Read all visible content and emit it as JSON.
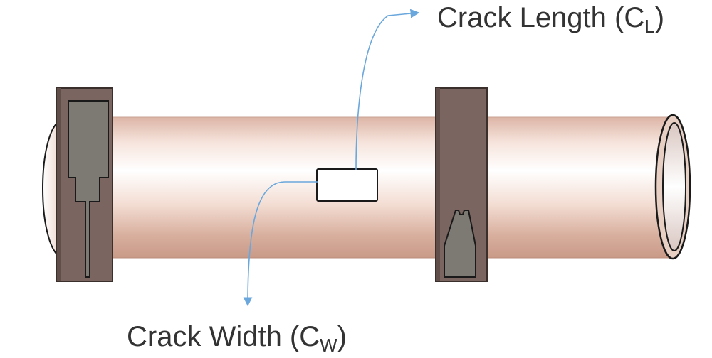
{
  "labels": {
    "crack_length": {
      "main": "Crack Length (C",
      "sub": "L",
      "close": ")"
    },
    "crack_width": {
      "main": "Crack Width (C",
      "sub": "W",
      "close": ")"
    }
  },
  "colors": {
    "pipe_copper": "#e2c0b2",
    "pipe_highlight": "#fdf7f4",
    "substrate_brown": "#7a6560",
    "patch_gray": "#7d7a73",
    "arrow_blue": "#6aa7dc",
    "crack_fill": "#ffffff"
  }
}
